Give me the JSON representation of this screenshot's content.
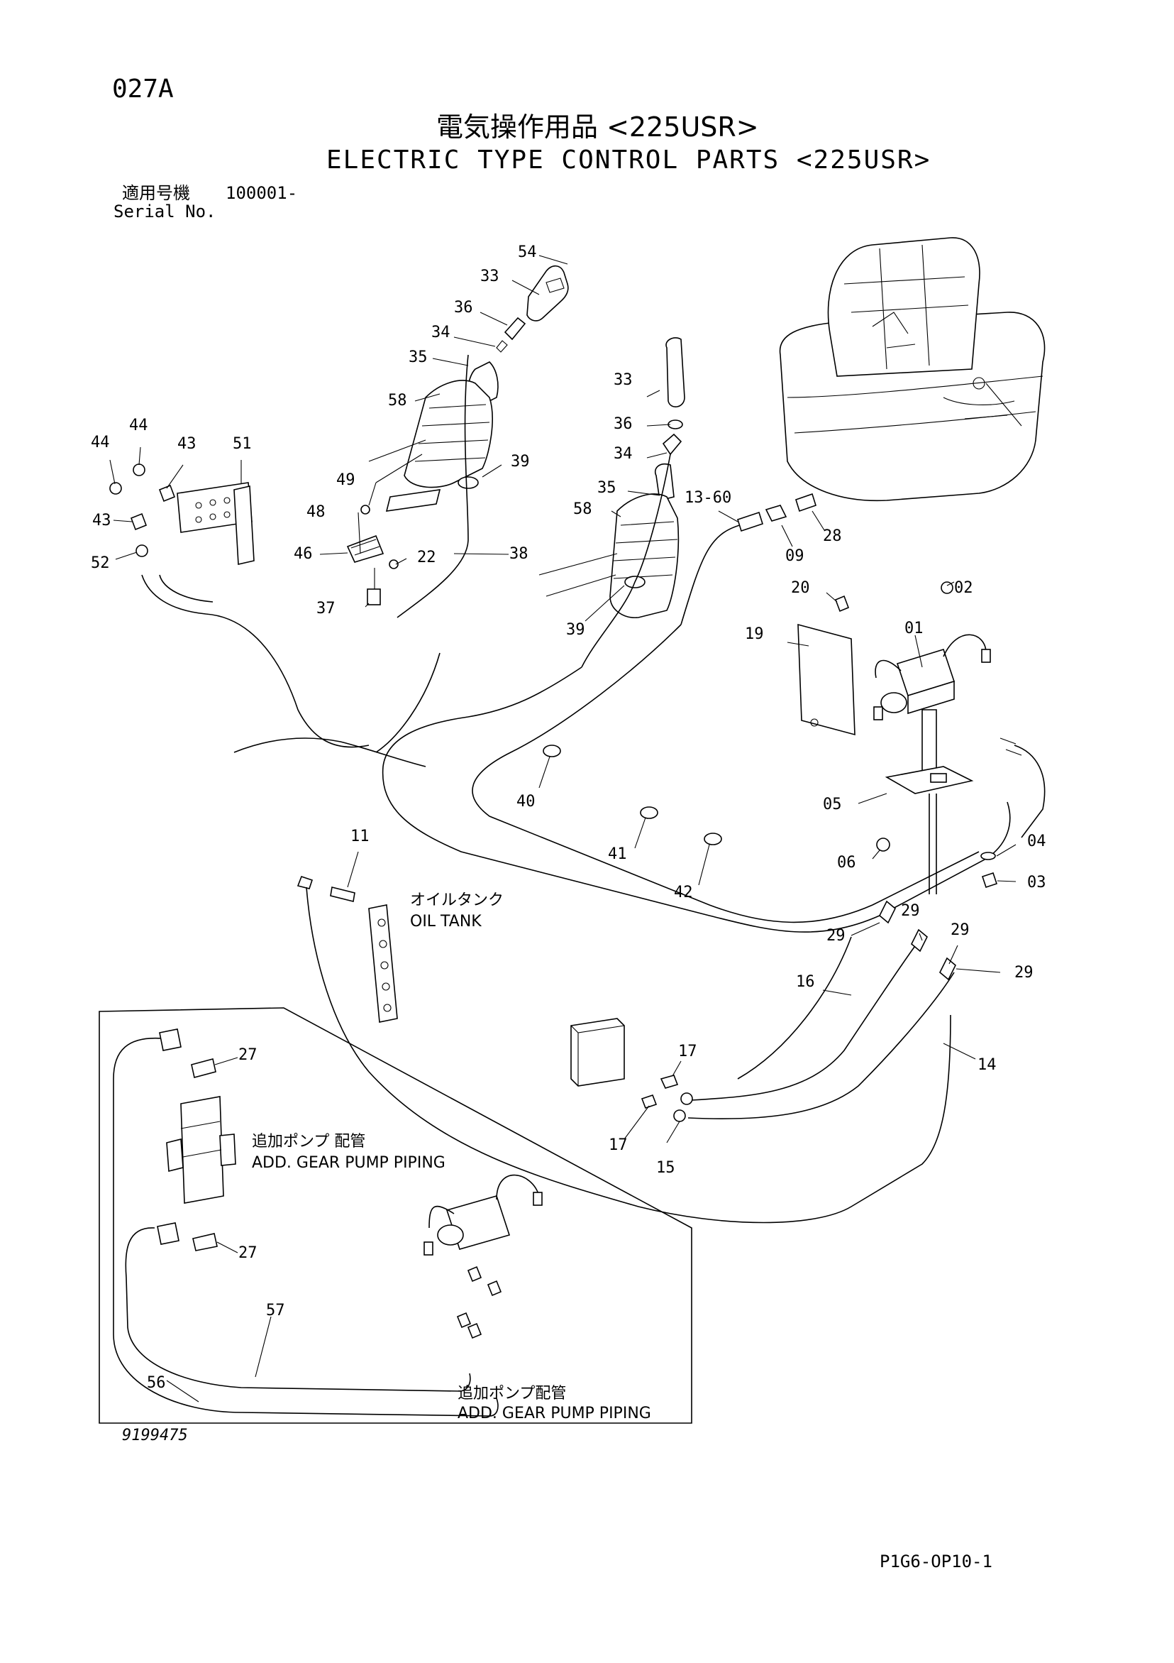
{
  "header": {
    "page_code": "027A",
    "title_jp": "電気操作用品 <225USR>",
    "title_en": "ELECTRIC TYPE CONTROL PARTS <225USR>",
    "serial_label_jp": "適用号機",
    "serial_value": "100001-",
    "serial_label_en": "Serial No."
  },
  "callouts": {
    "c54": "54",
    "c33a": "33",
    "c36a": "36",
    "c34a": "34",
    "c35a": "35",
    "c58a": "58",
    "c49": "49",
    "c39a": "39",
    "c48": "48",
    "c46": "46",
    "c22": "22",
    "c38": "38",
    "c37": "37",
    "c33b": "33",
    "c36b": "36",
    "c34b": "34",
    "c35b": "35",
    "c58b": "58",
    "c39b": "39",
    "c1360": "13-60",
    "c09": "09",
    "c28": "28",
    "c44a": "44",
    "c44b": "44",
    "c43a": "43",
    "c43b": "43",
    "c51": "51",
    "c52": "52",
    "c20": "20",
    "c02": "02",
    "c19": "19",
    "c01": "01",
    "c05": "05",
    "c06": "06",
    "c04": "04",
    "c03": "03",
    "c40": "40",
    "c41": "41",
    "c42": "42",
    "c11": "11",
    "c29a": "29",
    "c29b": "29",
    "c29c": "29",
    "c29d": "29",
    "c16": "16",
    "c14": "14",
    "c17a": "17",
    "c17b": "17",
    "c15": "15",
    "c27a": "27",
    "c27b": "27",
    "c57": "57",
    "c56": "56"
  },
  "notes": {
    "oil_tank_jp": "オイルタンク",
    "oil_tank_en": "OIL TANK",
    "add_pump_jp_1": "追加ポンプ 配管",
    "add_pump_en_1": "ADD. GEAR PUMP PIPING",
    "add_pump_jp_2": "追加ポンプ配管",
    "add_pump_en_2": "ADD. GEAR PUMP PIPING"
  },
  "footer": {
    "drawing_number": "9199475",
    "sheet_code": "P1G6-OP10-1"
  }
}
